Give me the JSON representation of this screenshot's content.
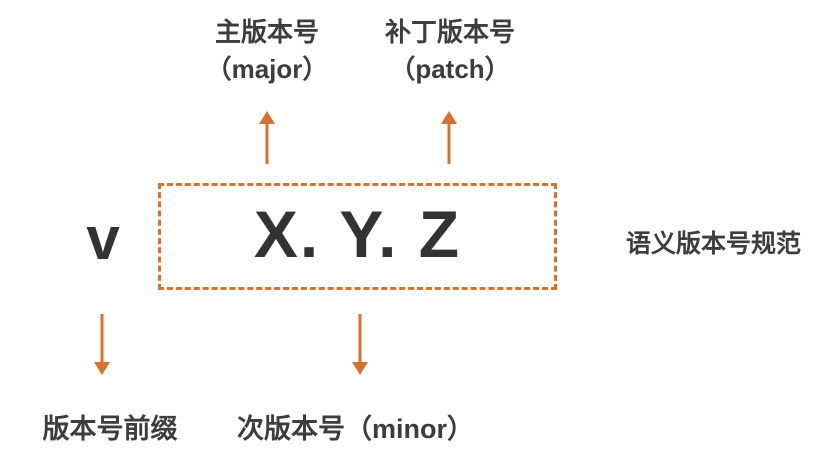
{
  "diagram": {
    "accent_color": "#D9712E",
    "text_color": "#333333",
    "top_labels": {
      "major": {
        "line1": "主版本号",
        "line2": "（major）"
      },
      "patch": {
        "line1": "补丁版本号",
        "line2": "（patch）"
      }
    },
    "version": {
      "prefix": "v",
      "core": "X. Y. Z"
    },
    "side_label": "语义版本号规范",
    "bottom_labels": {
      "prefix": "版本号前缀",
      "minor": "次版本号（minor）"
    }
  }
}
